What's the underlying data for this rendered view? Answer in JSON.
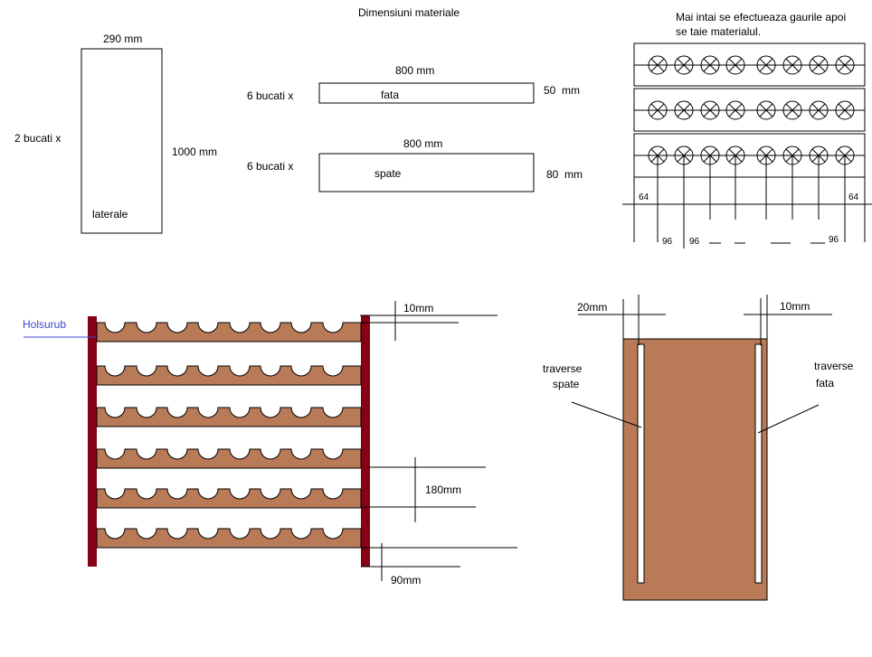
{
  "title": "Dimensiuni materiale",
  "note": [
    "Mai intai se efectueaza gaurile apoi",
    "se taie materialul."
  ],
  "lateral": {
    "width": "290 mm",
    "height": "1000 mm",
    "qty": "2 bucati x",
    "name": "laterale"
  },
  "front": {
    "length": "800 mm",
    "height": "50  mm",
    "qty": "6 bucati x",
    "name": "fata"
  },
  "back": {
    "length": "800 mm",
    "height": "80  mm",
    "qty": "6 bucati x",
    "name": "spate"
  },
  "holes": {
    "edge_left": "64",
    "edge_right": "64",
    "pitch_1": "96",
    "pitch_2": "96",
    "pitch_3": "96"
  },
  "assembly": {
    "screw": "Holsurub",
    "gap_top": "10mm",
    "spacing": "180mm",
    "bottom": "90mm"
  },
  "side": {
    "offset_back": "20mm",
    "offset_front": "10mm",
    "back_label": [
      "traverse",
      "spate"
    ],
    "front_label": [
      "traverse",
      "fata"
    ]
  },
  "colors": {
    "wood": "#b97a57",
    "post": "#880015",
    "screw_line": "#3f48cc"
  }
}
